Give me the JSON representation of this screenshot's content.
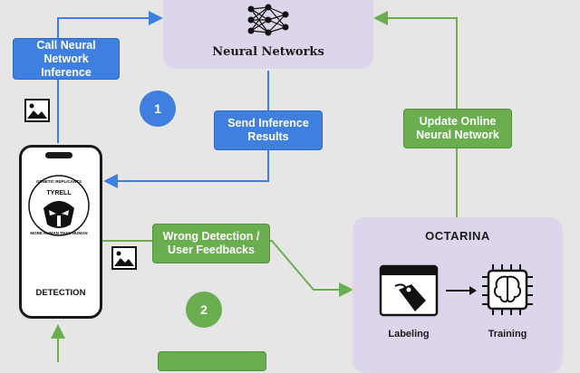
{
  "neural_networks": {
    "title": "Neural Networks"
  },
  "labels": {
    "call_inference": "Call Neural Network Inference",
    "send_results": "Send Inference Results",
    "update_online": "Update Online Neural Network",
    "wrong_detection": "Wrong Detection / User Feedbacks"
  },
  "steps": {
    "one": "1",
    "two": "2"
  },
  "phone": {
    "logo_top": "GENETIC REPLICANTS",
    "logo_name": "TYRELL",
    "logo_bottom": "MORE HUMAN THAN HUMAN",
    "caption": "DETECTION"
  },
  "octarina": {
    "title": "OCTARINA",
    "labeling": "Labeling",
    "training": "Training"
  },
  "colors": {
    "blue": "#3f7fe0",
    "green": "#6aae4f",
    "purple_bg": "#ddd5ec"
  }
}
